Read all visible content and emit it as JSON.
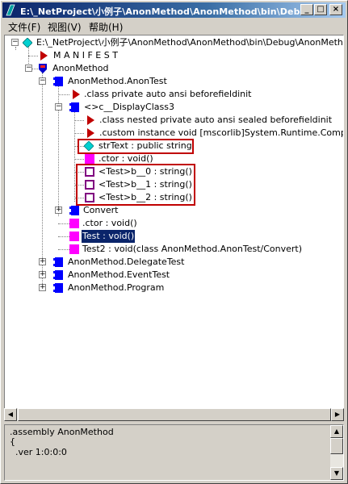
{
  "window": {
    "title": "E:\\_NetProject\\小例子\\AnonMethod\\AnonMethod\\bin\\Deb...",
    "minimize_glyph": "_",
    "maximize_glyph": "□",
    "close_glyph": "×"
  },
  "menu": {
    "file": "文件(F)",
    "view": "视图(V)",
    "help": "帮助(H)"
  },
  "tree": {
    "root": "E:\\_NetProject\\小例子\\AnonMethod\\AnonMethod\\bin\\Debug\\AnonMethod.exe",
    "manifest": "M A N I F E S T",
    "namespace": "AnonMethod",
    "anontest": "AnonMethod.AnonTest",
    "anontest_class": ".class private auto ansi beforefieldinit",
    "displayclass": "<>c__DisplayClass3",
    "displayclass_class": ".class nested private auto ansi sealed beforefieldinit",
    "displayclass_custom": ".custom instance void [mscorlib]System.Runtime.CompilerServic",
    "strtext": "strText : public string",
    "ctor1": ".ctor : void()",
    "b0": "<Test>b__0 : string()",
    "b1": "<Test>b__1 : string()",
    "b2": "<Test>b__2 : string()",
    "convert": "Convert",
    "ctor2": ".ctor : void()",
    "test": "Test : void()",
    "test2": "Test2 : void(class AnonMethod.AnonTest/Convert)",
    "delegatetest": "AnonMethod.DelegateTest",
    "eventtest": "AnonMethod.EventTest",
    "program": "AnonMethod.Program"
  },
  "bottom_pane": {
    "line1": ".assembly AnonMethod",
    "line2": "{",
    "line3": "  .ver 1:0:0:0"
  },
  "colors": {
    "title_active": "#0a246a",
    "class_blue": "#0000ff",
    "method_magenta": "#ff00ff",
    "field_cyan": "#00c0c0",
    "attribute_red": "#c00000",
    "highlight_box": "#c00000"
  }
}
